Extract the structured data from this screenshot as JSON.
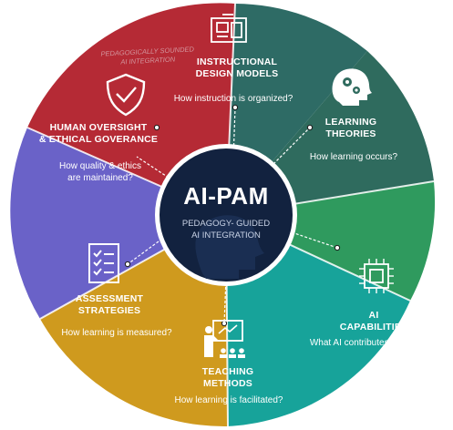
{
  "center": {
    "title": "AI-PAM",
    "subtitle_line1": "PEDAGOGY- GUIDED",
    "subtitle_line2": "AI INTEGRATION"
  },
  "stamp": {
    "line1": "PEDAGOGICALLY SOUNDED",
    "line2": "AI INTEGRATION"
  },
  "segments": [
    {
      "id": "instructional",
      "title_line1": "INSTRUCTIONAL",
      "title_line2": "DESIGN MODELS",
      "question": "How instruction is organized?",
      "color": "#2e6b65",
      "icon": "blueprint-icon"
    },
    {
      "id": "learning",
      "title_line1": "LEARNING",
      "title_line2": "THEORIES",
      "question": "How learning occurs?",
      "color": "#2f9a5e",
      "icon": "brain-gears-icon"
    },
    {
      "id": "ai",
      "title_line1": "AI",
      "title_line2": "CAPABILITIES",
      "question": "What AI contributes?",
      "color": "#17a39a",
      "icon": "chip-icon"
    },
    {
      "id": "teaching",
      "title_line1": "TEACHING",
      "title_line2": "METHODS",
      "question": "How  learning is facilitated?",
      "color": "#cf9a1e",
      "icon": "teacher-icon"
    },
    {
      "id": "assessment",
      "title_line1": "ASSESSMENT",
      "title_line2": "STRATEGIES",
      "question": "How learning is measured?",
      "color": "#6a62c8",
      "icon": "checklist-icon"
    },
    {
      "id": "oversight",
      "title_line1": "HUMAN OVERSIGHT",
      "title_line2": "& ETHICAL GOVERANCE",
      "question_line1": "How quality & ethics",
      "question_line2": "are maintained?",
      "color": "#b52a35",
      "icon": "shield-check-icon"
    }
  ],
  "colors": {
    "hub": "#12223f",
    "hub_ring": "#ffffff",
    "connector": "#ffffff"
  }
}
